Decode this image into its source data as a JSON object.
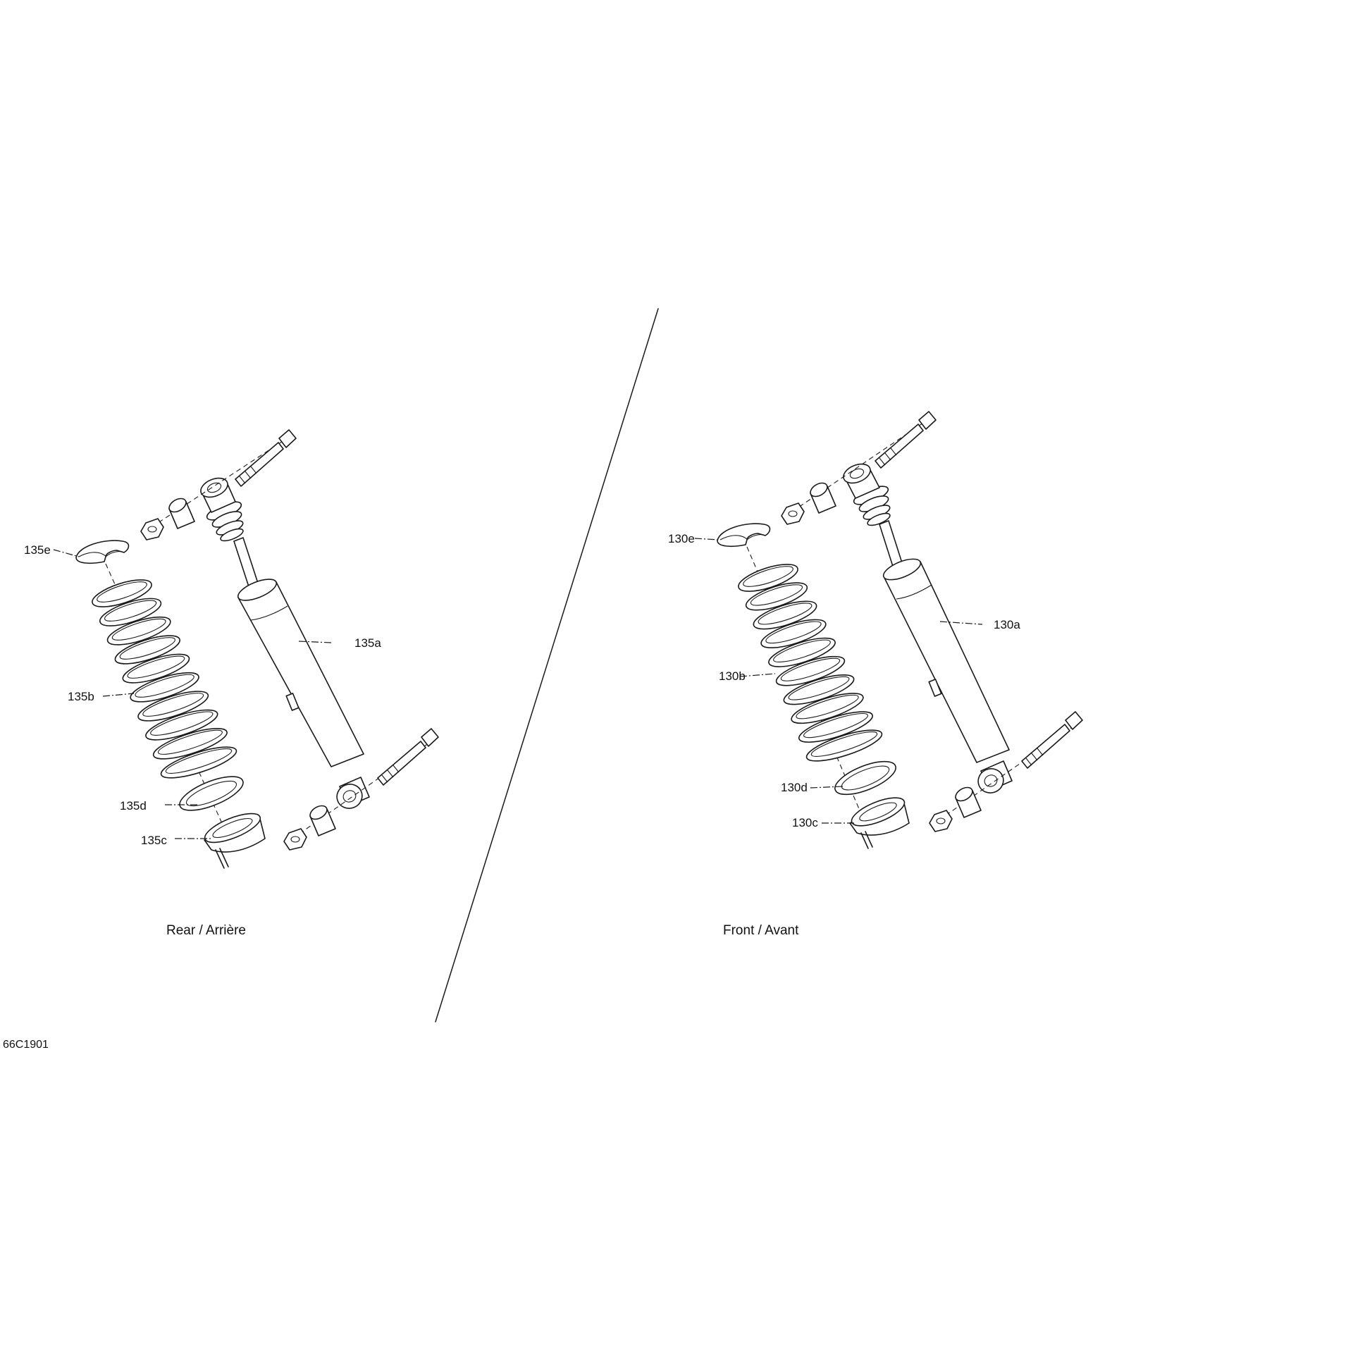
{
  "drawing_code": "66C1901",
  "views": {
    "rear": {
      "caption": "Rear / Arrière",
      "callouts": {
        "shock": "135a",
        "spring": "135b",
        "lower_seat": "135c",
        "spacer": "135d",
        "upper_seat": "135e"
      }
    },
    "front": {
      "caption": "Front / Avant",
      "callouts": {
        "shock": "130a",
        "spring": "130b",
        "lower_seat": "130c",
        "spacer": "130d",
        "upper_seat": "130e"
      }
    }
  },
  "colors": {
    "ink": "#1a1a1a",
    "background": "#ffffff"
  }
}
